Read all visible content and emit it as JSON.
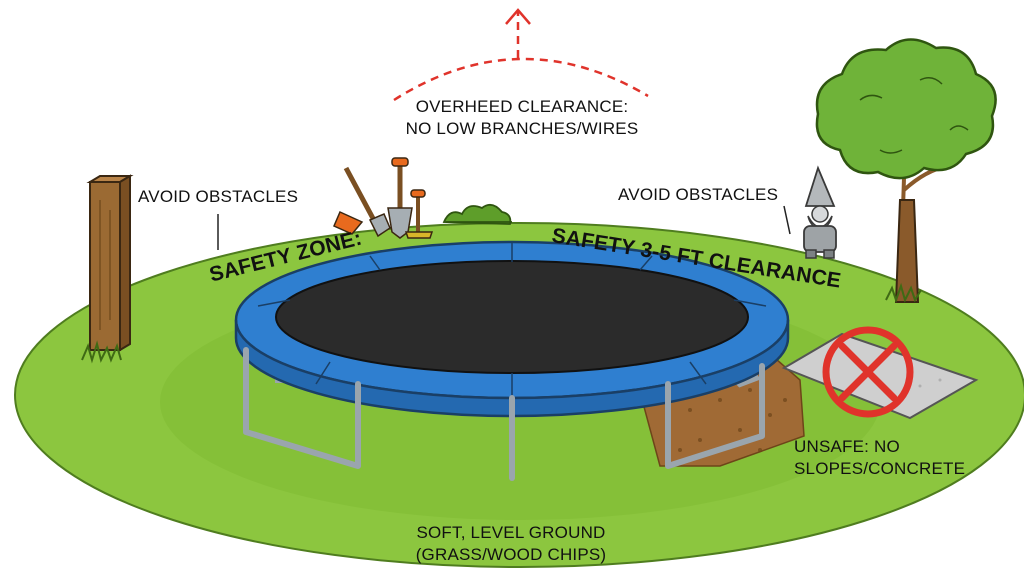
{
  "labels": {
    "overhead": {
      "line1": "OVERHEED CLEARANCE:",
      "line2": "NO LOW BRANCHES/WIRES"
    },
    "avoid_left": "AVOID OBSTACLES",
    "avoid_right": "AVOID OBSTACLES",
    "safety_zone": "SAFETY ZONE:",
    "safety_clearance": "SAFETY 3-5 FT CLEARANCE",
    "unsafe": {
      "line1": "UNSAFE: NO",
      "line2": "SLOPES/CONCRETE"
    },
    "ground": {
      "line1": "SOFT, LEVEL GROUND",
      "line2": "(GRASS/WOOD CHIPS)"
    }
  },
  "colors": {
    "grass": "#8cc63f",
    "grass_dark": "#6faa2a",
    "trampoline_pad": "#2f7fd0",
    "trampoline_mat": "#2b2b2b",
    "frame": "#9aa5ad",
    "warning_red": "#e0332b",
    "clearance_arrow": "#e0332b",
    "wood": "#9b6a33",
    "mulch": "#a06a35",
    "concrete": "#cfcfcf",
    "tree_leaves": "#6fb339",
    "trunk": "#8a5a2b"
  },
  "icons": [
    "wooden-post-icon",
    "garden-tools-icon",
    "bush-icon",
    "tree-icon",
    "gnome-icon",
    "no-symbol-icon",
    "clearance-arrow-icon"
  ]
}
